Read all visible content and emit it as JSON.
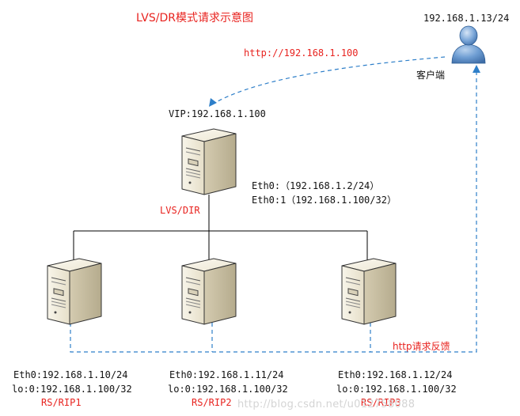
{
  "title": "LVS/DR模式请求示意图",
  "client": {
    "ip": "192.168.1.13/24",
    "label": "客户端"
  },
  "request_url": "http://192.168.1.100",
  "director": {
    "vip": "VIP:192.168.1.100",
    "name": "LVS/DIR",
    "eth0": "Eth0:（192.168.1.2/24）",
    "eth0_1": "Eth0:1（192.168.1.100/32）"
  },
  "real_servers": [
    {
      "eth0": "Eth0:192.168.1.10/24",
      "lo": "lo:0:192.168.1.100/32",
      "name": "RS/RIP1"
    },
    {
      "eth0": "Eth0:192.168.1.11/24",
      "lo": "lo:0:192.168.1.100/32",
      "name": "RS/RIP2"
    },
    {
      "eth0": "Eth0:192.168.1.12/24",
      "lo": "lo:0:192.168.1.100/32",
      "name": "RS/RIP3"
    }
  ],
  "response_label": "http请求反馈",
  "watermark": "http://blog.csdn.net/u012758088",
  "colors": {
    "annotation_red": "#e8231f",
    "dashed_blue": "#2e7fc9",
    "user_icon_blue": "#4d87c7"
  }
}
